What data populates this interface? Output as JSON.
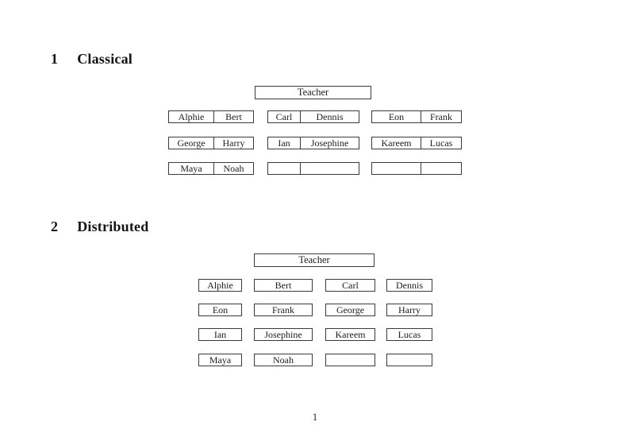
{
  "document": {
    "page_number": "1"
  },
  "classical": {
    "number": "1",
    "title": "Classical",
    "teacher_label": "Teacher",
    "desk_rows": [
      [
        [
          "Alphie",
          "Bert"
        ],
        [
          "Carl",
          "Dennis"
        ],
        [
          "Eon",
          "Frank"
        ]
      ],
      [
        [
          "George",
          "Harry"
        ],
        [
          "Ian",
          "Josephine"
        ],
        [
          "Kareem",
          "Lucas"
        ]
      ],
      [
        [
          "Maya",
          "Noah"
        ],
        [
          "",
          ""
        ],
        [
          "",
          ""
        ]
      ]
    ]
  },
  "distributed": {
    "number": "2",
    "title": "Distributed",
    "teacher_label": "Teacher",
    "desk_rows": [
      [
        "Alphie",
        "Bert",
        "Carl",
        "Dennis"
      ],
      [
        "Eon",
        "Frank",
        "George",
        "Harry"
      ],
      [
        "Ian",
        "Josephine",
        "Kareem",
        "Lucas"
      ],
      [
        "Maya",
        "Noah",
        "",
        ""
      ]
    ]
  }
}
